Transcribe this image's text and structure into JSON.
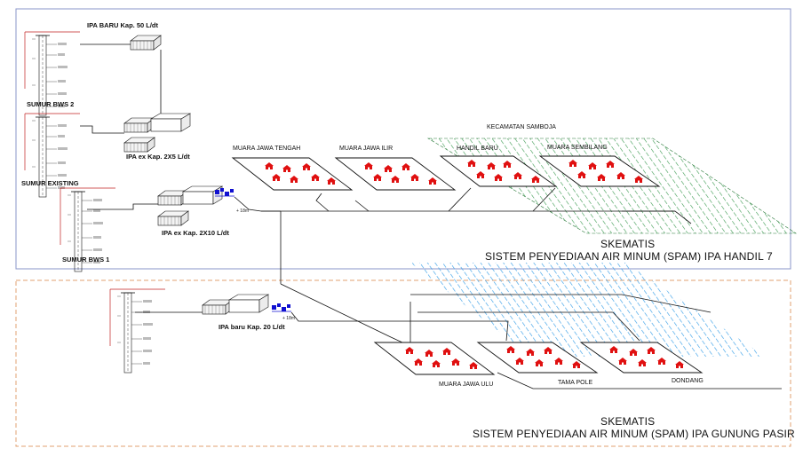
{
  "handil": {
    "ipa_baru": "IPA BARU  Kap. 50 L/dt",
    "ipa_ex_small": "IPA ex Kap. 2X5 L/dt",
    "ipa_ex_large": "IPA ex Kap. 2X10 L/dt",
    "well_1": "SUMUR BWS 2",
    "well_2": "SUMUR EXISTING",
    "well_3": "SUMUR BWS 1",
    "elevation": "+ 18m",
    "zones": [
      "MUARA JAWA TENGAH",
      "MUARA JAWA ILIR",
      "KECAMATAN SAMBOJA",
      "HANDIL BARU",
      "MUARA SEMBILANG"
    ],
    "title_line1": "SKEMATIS",
    "title_line2": "SISTEM PENYEDIAAN AIR MINUM (SPAM) IPA HANDIL 7"
  },
  "gunung_pasir": {
    "ipa_baru": "IPA baru Kap. 20 L/dt",
    "elevation": "+ 18m",
    "zones": [
      "MUARA JAWA ULU",
      "TAMA POLE",
      "DONDANG"
    ],
    "title_line1": "SKEMATIS",
    "title_line2": "SISTEM PENYEDIAAN AIR MINUM (SPAM) IPA GUNUNG PASIR"
  },
  "colors": {
    "frame_top": "#8a94c8",
    "frame_bottom": "#e0a070",
    "pump": "#1010d0",
    "house": "#e01010",
    "hatch_green": "#3a9a50",
    "hatch_blue": "#3aa0e8"
  }
}
